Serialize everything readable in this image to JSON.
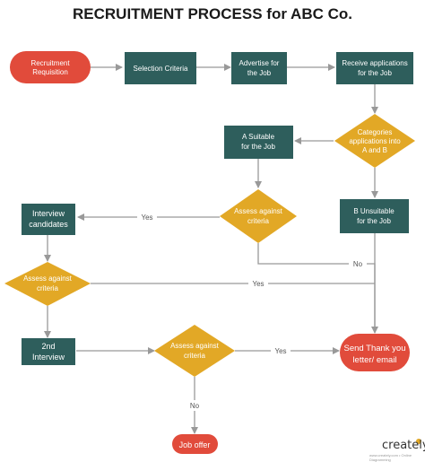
{
  "title": "RECRUITMENT PROCESS for ABC Co.",
  "colors": {
    "teal": "#2E5E5C",
    "red": "#E14B3B",
    "yellow": "#E2A826",
    "edge": "#999999",
    "text": "#ffffff"
  },
  "nodes": {
    "recruitment_requisition": [
      "Recruitment",
      "Requisition"
    ],
    "selection_criteria": [
      "Selection Criteria"
    ],
    "advertise_job": [
      "Advertise for",
      "the Job"
    ],
    "receive_applications": [
      "Receive applications",
      "for the Job"
    ],
    "categories_decision": [
      "Categories",
      "applications into",
      "A and B"
    ],
    "a_suitable": [
      "A Suitable",
      "for the Job"
    ],
    "b_unsuitable": [
      "B Unsuitable",
      "for the Job"
    ],
    "assess_criteria_1": [
      "Assess against",
      "criteria"
    ],
    "interview_candidates": [
      "Interview",
      "candidates"
    ],
    "assess_criteria_2": [
      "Assess against",
      "criteria"
    ],
    "second_interview": [
      "2nd",
      "Interview"
    ],
    "assess_criteria_3": [
      "Assess against",
      "criteria"
    ],
    "send_thank_you": [
      "Send Thank you",
      "letter/ email"
    ],
    "job_offer": [
      "Job offer"
    ]
  },
  "edge_labels": {
    "yes_1": "Yes",
    "no_1": "No",
    "yes_2": "Yes",
    "yes_3": "Yes",
    "no_3": "No"
  },
  "logo": {
    "name": "creately",
    "fine_print": "www.creately.com • Online Diagramming"
  }
}
